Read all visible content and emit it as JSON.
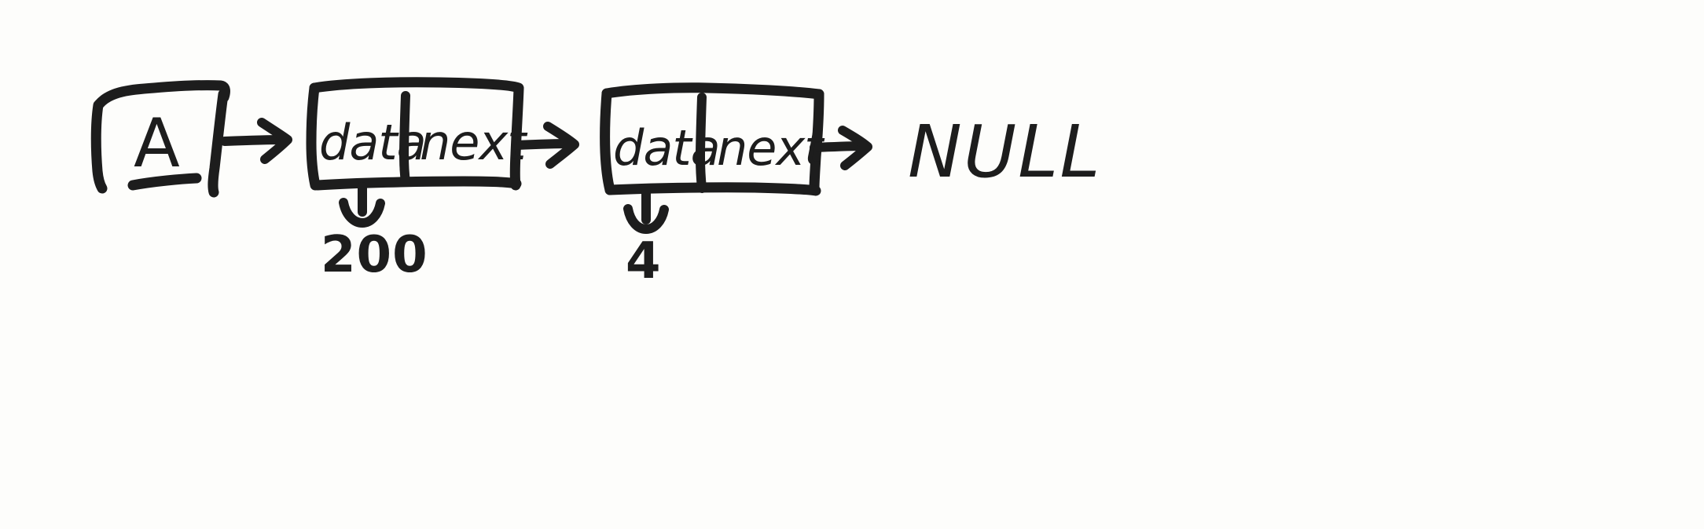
{
  "diagram": {
    "title": "Singly linked list pointer diagram",
    "background_color": "#fdfdfb",
    "ink_color": "#1d1d1d",
    "style": "hand-drawn marker sketch"
  },
  "head_pointer": {
    "label": "A",
    "name": "head-pointer-box"
  },
  "nodes": [
    {
      "data_label": "data",
      "next_label": "next",
      "data_value": "200",
      "value_connector": "curved-hook-arrow-down"
    },
    {
      "data_label": "data",
      "next_label": "next",
      "data_value": "4",
      "value_connector": "curved-hook-arrow-down"
    }
  ],
  "terminator": {
    "label": "NULL"
  },
  "arrows": [
    {
      "name": "arrow-head-to-node-1",
      "direction": "right"
    },
    {
      "name": "arrow-node-1-to-node-2",
      "direction": "right"
    },
    {
      "name": "arrow-node-2-to-null",
      "direction": "right"
    }
  ]
}
